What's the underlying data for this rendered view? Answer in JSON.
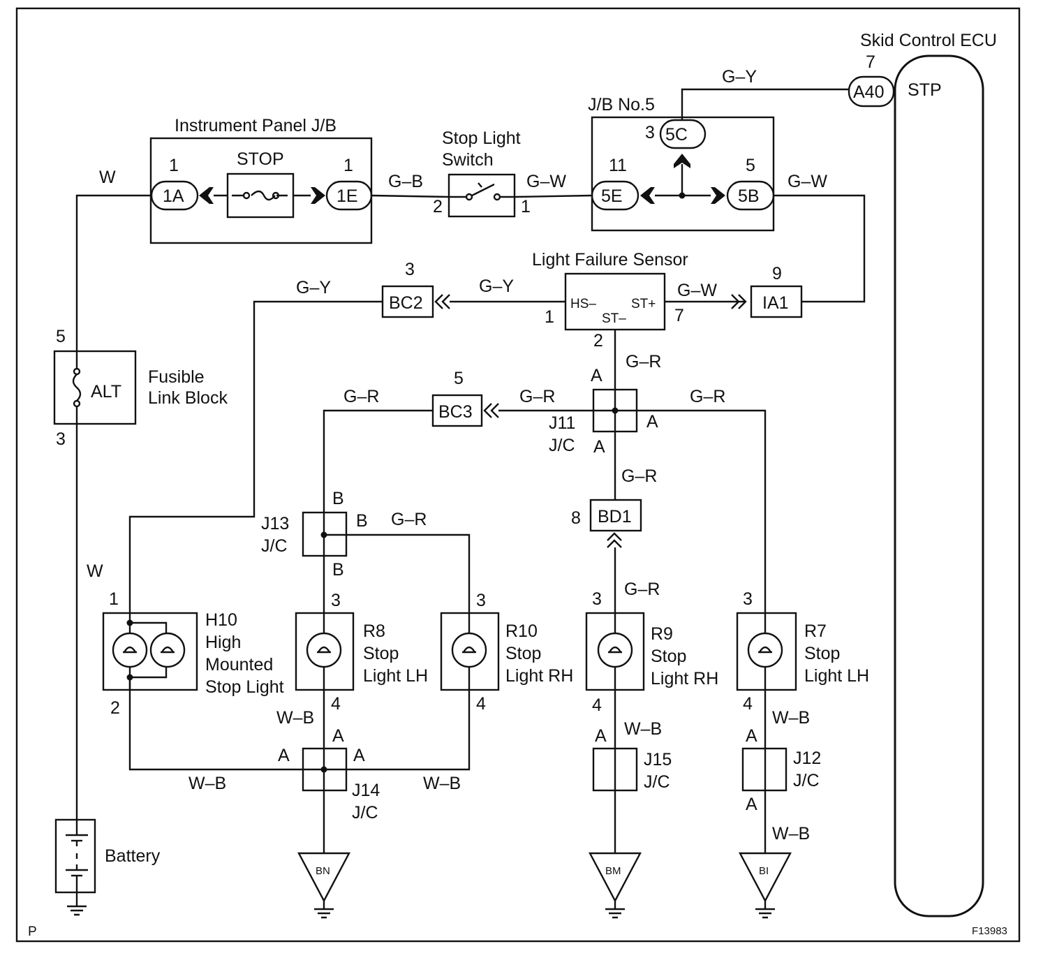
{
  "ecu": {
    "title": "Skid Control ECU",
    "pin": "7",
    "connector": "A40",
    "terminal": "STP"
  },
  "ipjb": {
    "title": "Instrument Panel J/B",
    "fuse": "STOP",
    "left_pin": "1",
    "left_conn": "1A",
    "right_pin": "1",
    "right_conn": "1E"
  },
  "switch": {
    "title": "Stop Light",
    "title2": "Switch",
    "pin_in": "2",
    "pin_out": "1"
  },
  "jb5": {
    "title": "J/B No.5",
    "top_pin": "3",
    "top_conn": "5C",
    "left_pin": "11",
    "left_conn": "5E",
    "right_pin": "5",
    "right_conn": "5B"
  },
  "lfs": {
    "title": "Light Failure Sensor",
    "hs": "HS–",
    "st": "ST–",
    "stp": "ST+",
    "pin1": "1",
    "pin2": "2",
    "pin7": "7"
  },
  "conns": {
    "bc2_pin": "3",
    "bc2": "BC2",
    "ia1_pin": "9",
    "ia1": "IA1",
    "bc3_pin": "5",
    "bc3": "BC3",
    "bd1_pin": "8",
    "bd1": "BD1"
  },
  "fusible": {
    "label": "ALT",
    "name1": "Fusible",
    "name2": "Link Block",
    "top_pin": "5",
    "bottom_pin": "3"
  },
  "junctions": {
    "j11": {
      "name": "J11",
      "type": "J/C",
      "a": "A"
    },
    "j13": {
      "name": "J13",
      "type": "J/C",
      "b": "B"
    },
    "j14": {
      "name": "J14",
      "type": "J/C",
      "a": "A"
    },
    "j15": {
      "name": "J15",
      "type": "J/C",
      "a": "A"
    },
    "j12": {
      "name": "J12",
      "type": "J/C",
      "a": "A"
    }
  },
  "lights": {
    "h10": {
      "code": "H10",
      "n1": "High",
      "n2": "Mounted",
      "n3": "Stop Light",
      "pin_top": "1",
      "pin_bot": "2"
    },
    "r8": {
      "code": "R8",
      "n1": "Stop",
      "n2": "Light LH",
      "pin_top": "3",
      "pin_bot": "4"
    },
    "r10": {
      "code": "R10",
      "n1": "Stop",
      "n2": "Light RH",
      "pin_top": "3",
      "pin_bot": "4"
    },
    "r9": {
      "code": "R9",
      "n1": "Stop",
      "n2": "Light RH",
      "pin_top": "3",
      "pin_bot": "4"
    },
    "r7": {
      "code": "R7",
      "n1": "Stop",
      "n2": "Light LH",
      "pin_top": "3",
      "pin_bot": "4"
    }
  },
  "grounds": {
    "bn": "BN",
    "bm": "BM",
    "bi": "BI"
  },
  "battery": {
    "label": "Battery"
  },
  "wires": {
    "w": "W",
    "gb": "G–B",
    "gw": "G–W",
    "gy": "G–Y",
    "gr": "G–R",
    "wb": "W–B"
  },
  "footer": {
    "left": "P",
    "right": "F13983"
  }
}
